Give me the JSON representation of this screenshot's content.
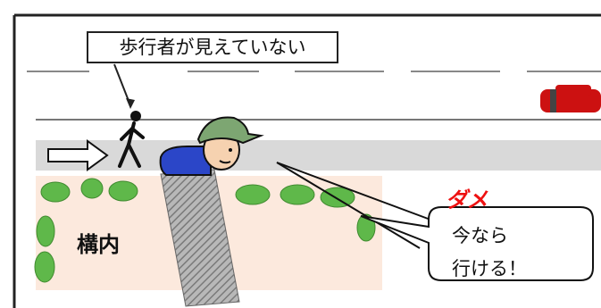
{
  "caption": "歩行者が見えていない",
  "area_label": "構内",
  "ng_mark": "ダメ",
  "bubble": {
    "line1": "今なら",
    "line2": "行ける！"
  },
  "colors": {
    "sidewalk": "#d9d9d9",
    "premises": "#fce9dd",
    "shrub": "#5fb84a",
    "car": "#cc1111",
    "ng_mark": "#ee1111"
  },
  "icons": {
    "pedestrian": "walking-person-icon",
    "arrow": "right-arrow-icon",
    "car": "car-icon",
    "driver": "driver-icon"
  }
}
